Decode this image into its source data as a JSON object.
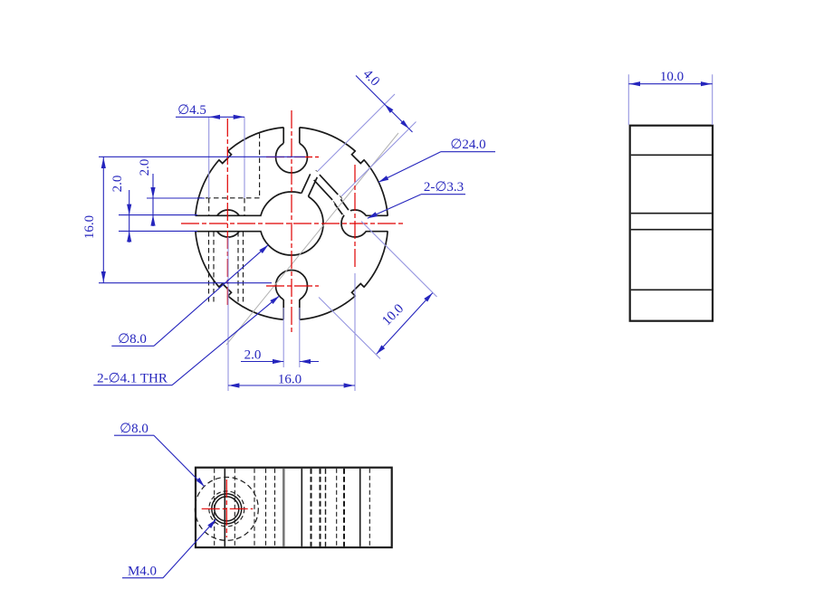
{
  "drawing": {
    "title": "coupling-technical-drawing",
    "colors": {
      "outline": "#1a1a1a",
      "dimension_blue": "#2525bd",
      "extension_blue": "#9595e0",
      "centerline_red": "#e00000",
      "phantom_gray": "#b3b3b3",
      "background": "#ffffff"
    },
    "top_view": {
      "dia_counterbore": "∅4.5",
      "dim_hidden_offset": "2.0",
      "dim_slit_width": "2.0",
      "dim_vertical_span": "16.0",
      "dim_slit_gap": "4.0",
      "dia_outer": "∅24.0",
      "dia_side_holes": "2-∅3.3",
      "dim_diagonal": "10.0",
      "dim_slot_width": "2.0",
      "dim_horizontal_span": "16.0",
      "dia_bore": "∅8.0",
      "dia_thru_holes": "2-∅4.1 THR"
    },
    "side_view": {
      "dim_width": "10.0"
    },
    "front_view": {
      "dia_bore": "∅8.0",
      "thread": "M4.0"
    }
  }
}
